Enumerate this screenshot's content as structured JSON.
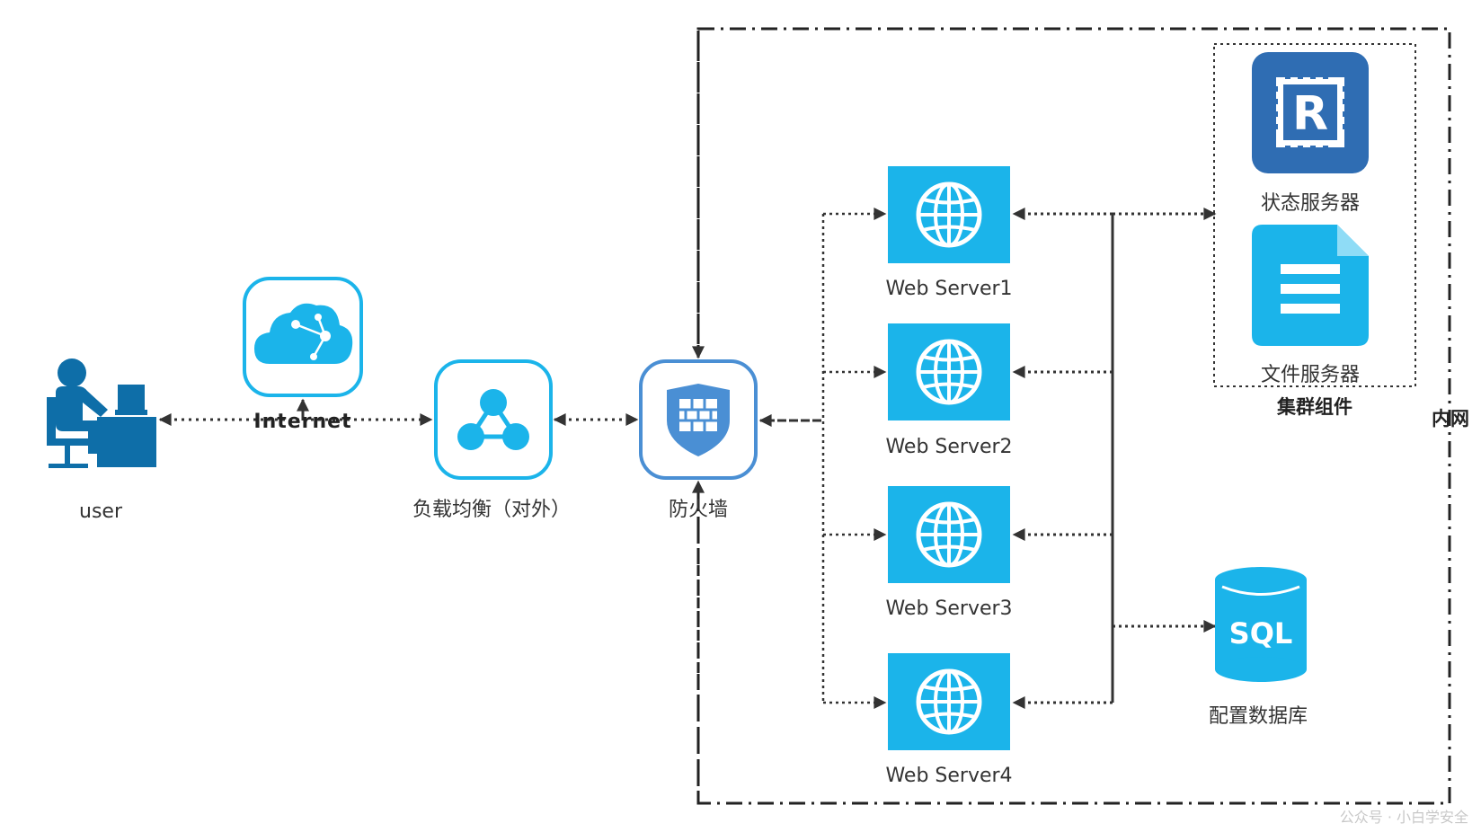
{
  "nodes": {
    "user": {
      "label": "user"
    },
    "internet": {
      "label": "Internet"
    },
    "load_balancer": {
      "label": "负载均衡（对外）"
    },
    "firewall": {
      "label": "防火墙"
    },
    "web_servers": [
      {
        "label": "Web Server1"
      },
      {
        "label": "Web Server2"
      },
      {
        "label": "Web Server3"
      },
      {
        "label": "Web Server4"
      }
    ],
    "state_server": {
      "label": "状态服务器",
      "icon_text": "R"
    },
    "file_server": {
      "label": "文件服务器"
    },
    "config_db": {
      "label": "配置数据库",
      "icon_text": "SQL"
    }
  },
  "groups": {
    "cluster": {
      "label": "集群组件"
    },
    "intranet": {
      "label": "内网"
    }
  },
  "watermark": "公众号 · 小白学安全",
  "colors": {
    "accent": "#1bb4ea",
    "frame_border": "#4a8fd4",
    "user_blue": "#0e6ea8",
    "chip_blue": "#2f6db3",
    "line": "#333333"
  }
}
